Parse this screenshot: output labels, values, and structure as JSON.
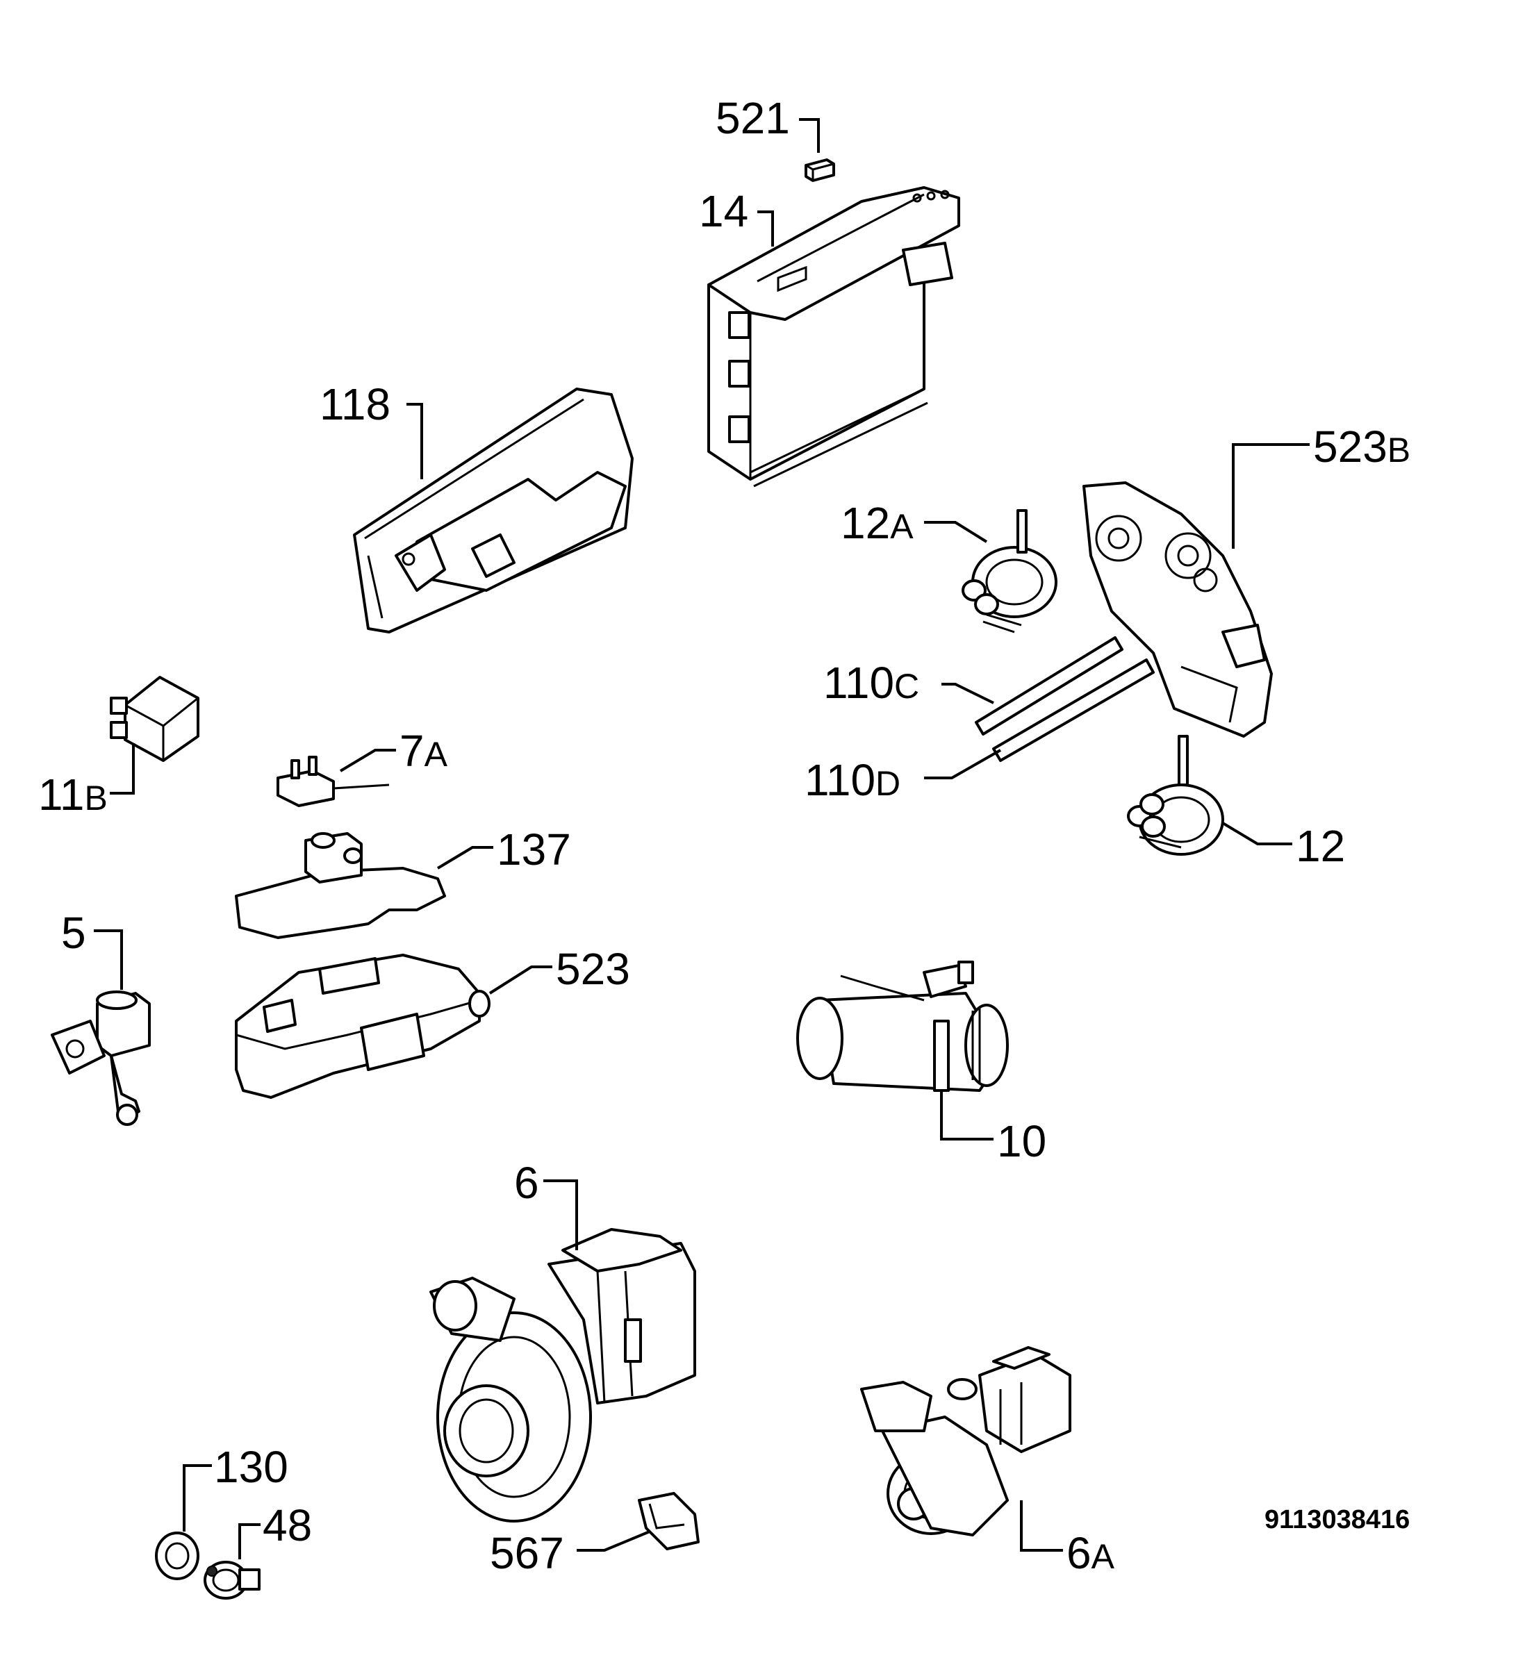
{
  "labels": {
    "p521": "521",
    "p14": "14",
    "p118": "118",
    "p523b": {
      "main": "523",
      "suffix": "B"
    },
    "p12a": {
      "main": "12",
      "suffix": "A"
    },
    "p110c": {
      "main": "110",
      "suffix": "C"
    },
    "p110d": {
      "main": "110",
      "suffix": "D"
    },
    "p12": "12",
    "p11b": {
      "main": "11",
      "suffix": "B"
    },
    "p7a": {
      "main": "7",
      "suffix": "A"
    },
    "p137": "137",
    "p5": "5",
    "p523": "523",
    "p10": "10",
    "p6": "6",
    "p130": "130",
    "p48": "48",
    "p567": "567",
    "p6a": {
      "main": "6",
      "suffix": "A"
    }
  },
  "document_id": "9113038416"
}
